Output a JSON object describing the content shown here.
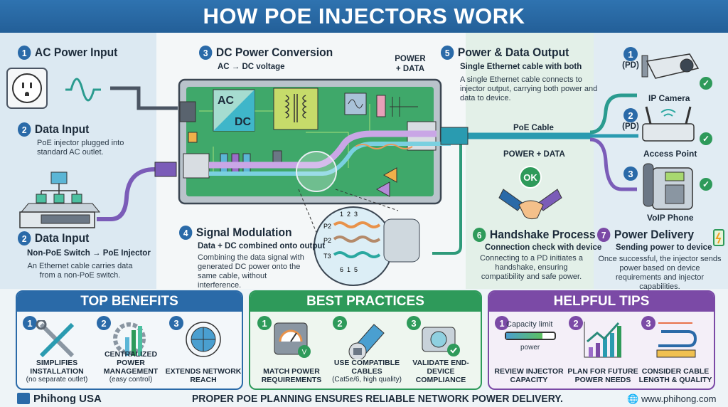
{
  "title": "HOW POE INJECTORS WORK",
  "steps": {
    "ac_power": {
      "num": "1",
      "title": "AC Power Input"
    },
    "data_input_a": {
      "num": "2",
      "title": "Data Input",
      "desc": "PoE injector plugged into standard AC outlet."
    },
    "data_input_b": {
      "num": "2",
      "title": "Data Input",
      "subtitle": "Non-PoE Switch → PoE Injector",
      "desc": "An Ethernet cable carries data from a non-PoE switch."
    },
    "dc_conversion": {
      "num": "3",
      "title": "DC Power Conversion",
      "subtitle": "AC → DC voltage",
      "callout": "POWER + DATA",
      "ac": "AC",
      "dc": "DC"
    },
    "signal_modulation": {
      "num": "4",
      "title": "Signal Modulation",
      "subtitle": "Data + DC combined onto output",
      "desc": "Combining the data signal with generated DC power onto the same cable, without interference.",
      "pair_labels": [
        "P2",
        "P2",
        "T3"
      ],
      "top_numbers": "1  2  3",
      "bottom_numbers": "6  1  5"
    },
    "output": {
      "num": "5",
      "title": "Power & Data Output",
      "subtitle": "Single Ethernet cable with both",
      "desc": "A single Ethernet cable connects to injector output, carrying both power and data to device.",
      "cable_label": "PoE Cable",
      "cable_sub": "POWER + DATA"
    },
    "handshake": {
      "num": "6",
      "title": "Handshake Process",
      "subtitle": "Connection check with device",
      "desc": "Connecting to a PD initiates a handshake, ensuring compatibility and safe power.",
      "ok": "OK"
    },
    "power_delivery": {
      "num": "7",
      "title": "Power Delivery",
      "subtitle": "Sending power to device",
      "desc": "Once successful, the injector sends power based on device requirements and injector capabilities."
    }
  },
  "devices": [
    {
      "num": "1",
      "tag": "(PD)",
      "label": "IP Camera",
      "status": "ok"
    },
    {
      "num": "2",
      "tag": "(PD)",
      "label": "Access Point",
      "status": "ok"
    },
    {
      "num": "3",
      "tag": "",
      "label": "VoIP Phone",
      "status": "ok"
    }
  ],
  "panels": {
    "benefits": {
      "title": "TOP BENEFITS",
      "color": "#2a6aa8",
      "items": [
        {
          "num": "1",
          "label": "SIMPLIFIES INSTALLATION",
          "note": "(no separate outlet)",
          "icon": "tools-icon"
        },
        {
          "num": "2",
          "label": "CENTRALIZED POWER MANAGEMENT",
          "note": "(easy control)",
          "icon": "gear-chart-icon"
        },
        {
          "num": "3",
          "label": "EXTENDS NETWORK REACH",
          "note": "",
          "icon": "globe-network-icon"
        }
      ]
    },
    "practices": {
      "title": "BEST PRACTICES",
      "color": "#2e9a5a",
      "items": [
        {
          "num": "1",
          "label": "MATCH POWER REQUIREMENTS",
          "note": "",
          "icon": "gauge-icon"
        },
        {
          "num": "2",
          "label": "USE COMPATIBLE CABLES",
          "note": "(Cat5e/6, high quality)",
          "icon": "cable-icon"
        },
        {
          "num": "3",
          "label": "VALIDATE END-DEVICE COMPLIANCE",
          "note": "",
          "icon": "camera-check-icon"
        }
      ]
    },
    "tips": {
      "title": "HELPFUL TIPS",
      "color": "#7b4aa6",
      "items": [
        {
          "num": "1",
          "label": "REVIEW INJECTOR CAPACITY",
          "note": "",
          "icon": "capacity-bar-icon",
          "bar_top": "Capacity limit",
          "bar_bottom": "power",
          "bar_level": 0.75
        },
        {
          "num": "2",
          "label": "PLAN FOR FUTURE POWER NEEDS",
          "note": "",
          "icon": "growth-chart-icon"
        },
        {
          "num": "3",
          "label": "CONSIDER CABLE LENGTH & QUALITY",
          "note": "",
          "icon": "cable-length-icon"
        }
      ]
    }
  },
  "footer": {
    "brand": "Phihong USA",
    "tagline": "PROPER POE PLANNING ENSURES RELIABLE NETWORK POWER DELIVERY.",
    "website": "www.phihong.com"
  },
  "colors": {
    "blue": "#2a6aa8",
    "green": "#2e9a5a",
    "purple": "#7b4aa6",
    "pcb": "#3fa86a",
    "cable_teal": "#2a9bb0"
  }
}
